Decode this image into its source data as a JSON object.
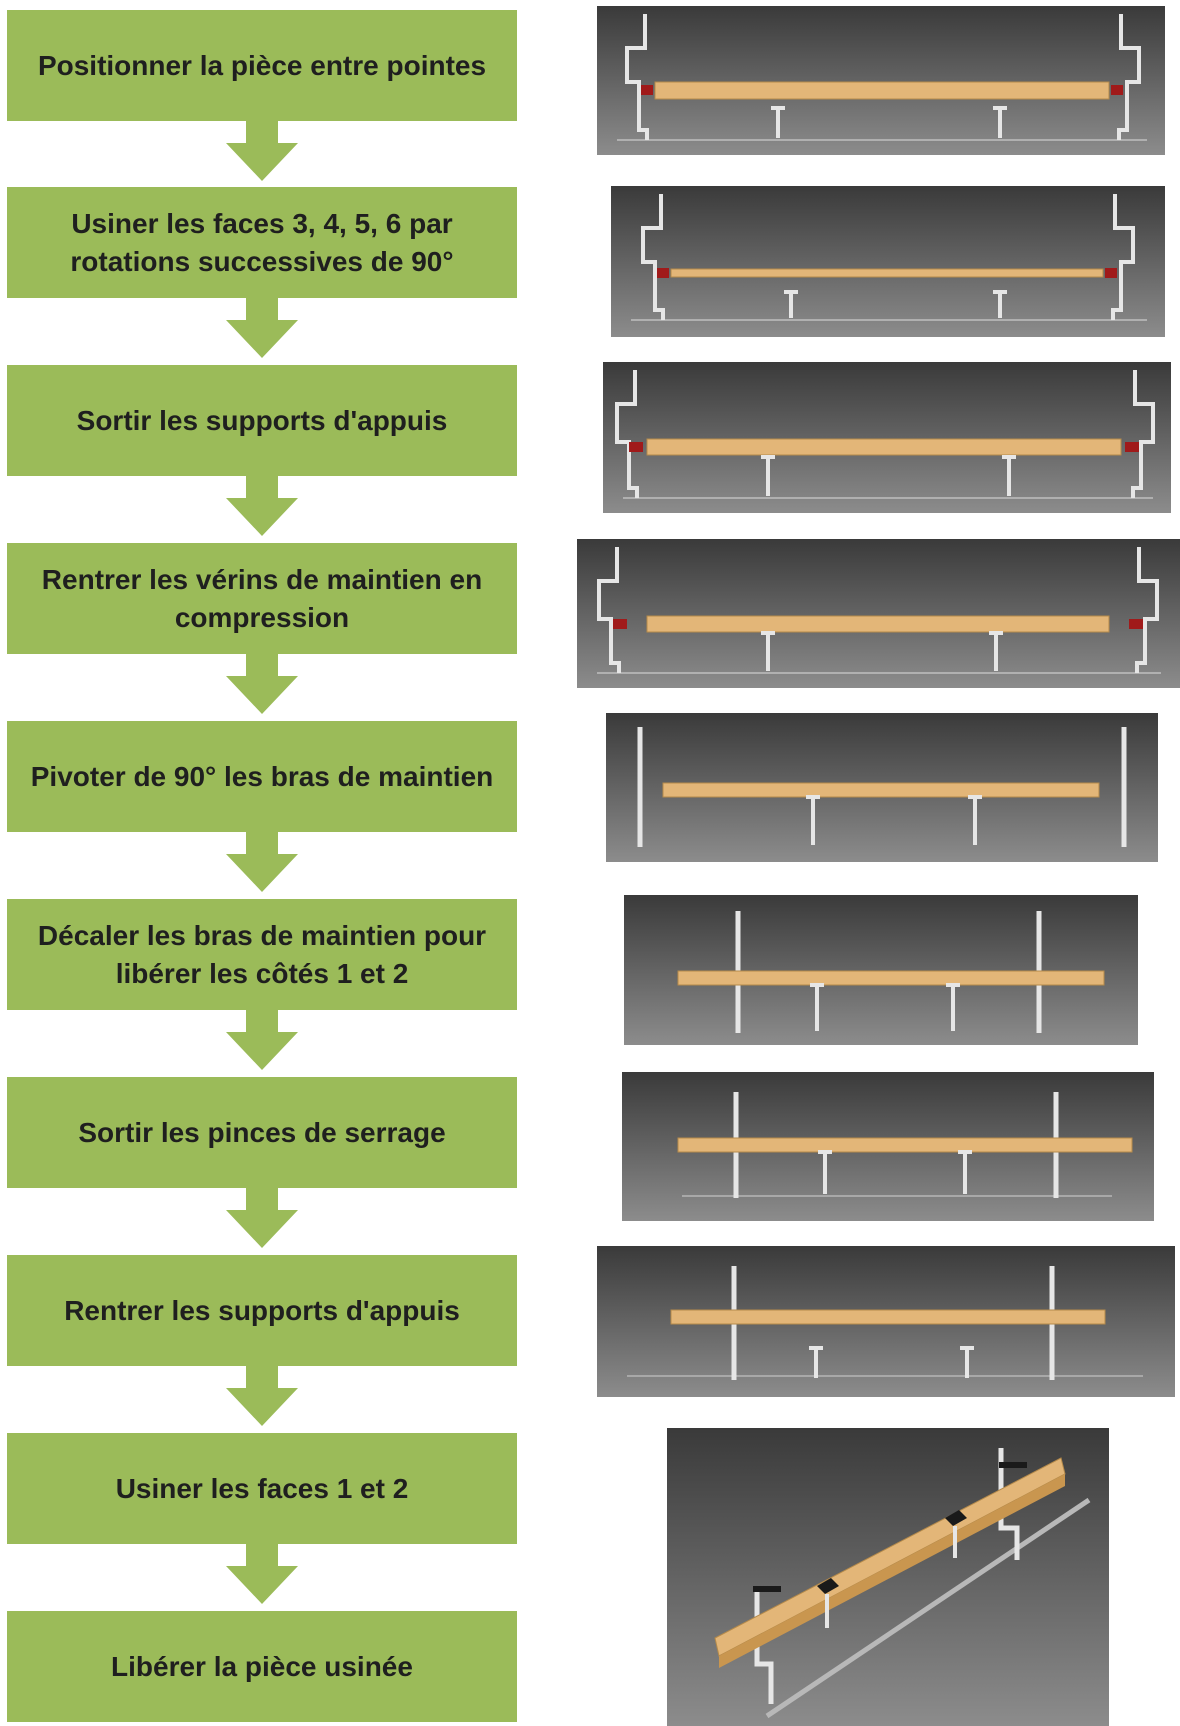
{
  "steps": [
    "Positionner la pièce entre pointes",
    "Usiner les faces 3, 4, 5, 6 par rotations successives de 90°",
    "Sortir les supports d'appuis",
    "Rentrer les vérins de maintien en compression",
    "Pivoter de 90° les bras de maintien",
    "Décaler les bras de maintien pour libérer les côtés 1 et 2",
    "Sortir les pinces de serrage",
    "Rentrer les supports d'appuis",
    "Usiner les faces 1 et 2",
    "Libérer la pièce usinée"
  ],
  "colors": {
    "step_fill": "#9bbb59",
    "arrow_fill": "#9bbb59",
    "panel_top": "#3a3a3a",
    "panel_bottom": "#8c8c8c",
    "wood": "#e3b678"
  }
}
